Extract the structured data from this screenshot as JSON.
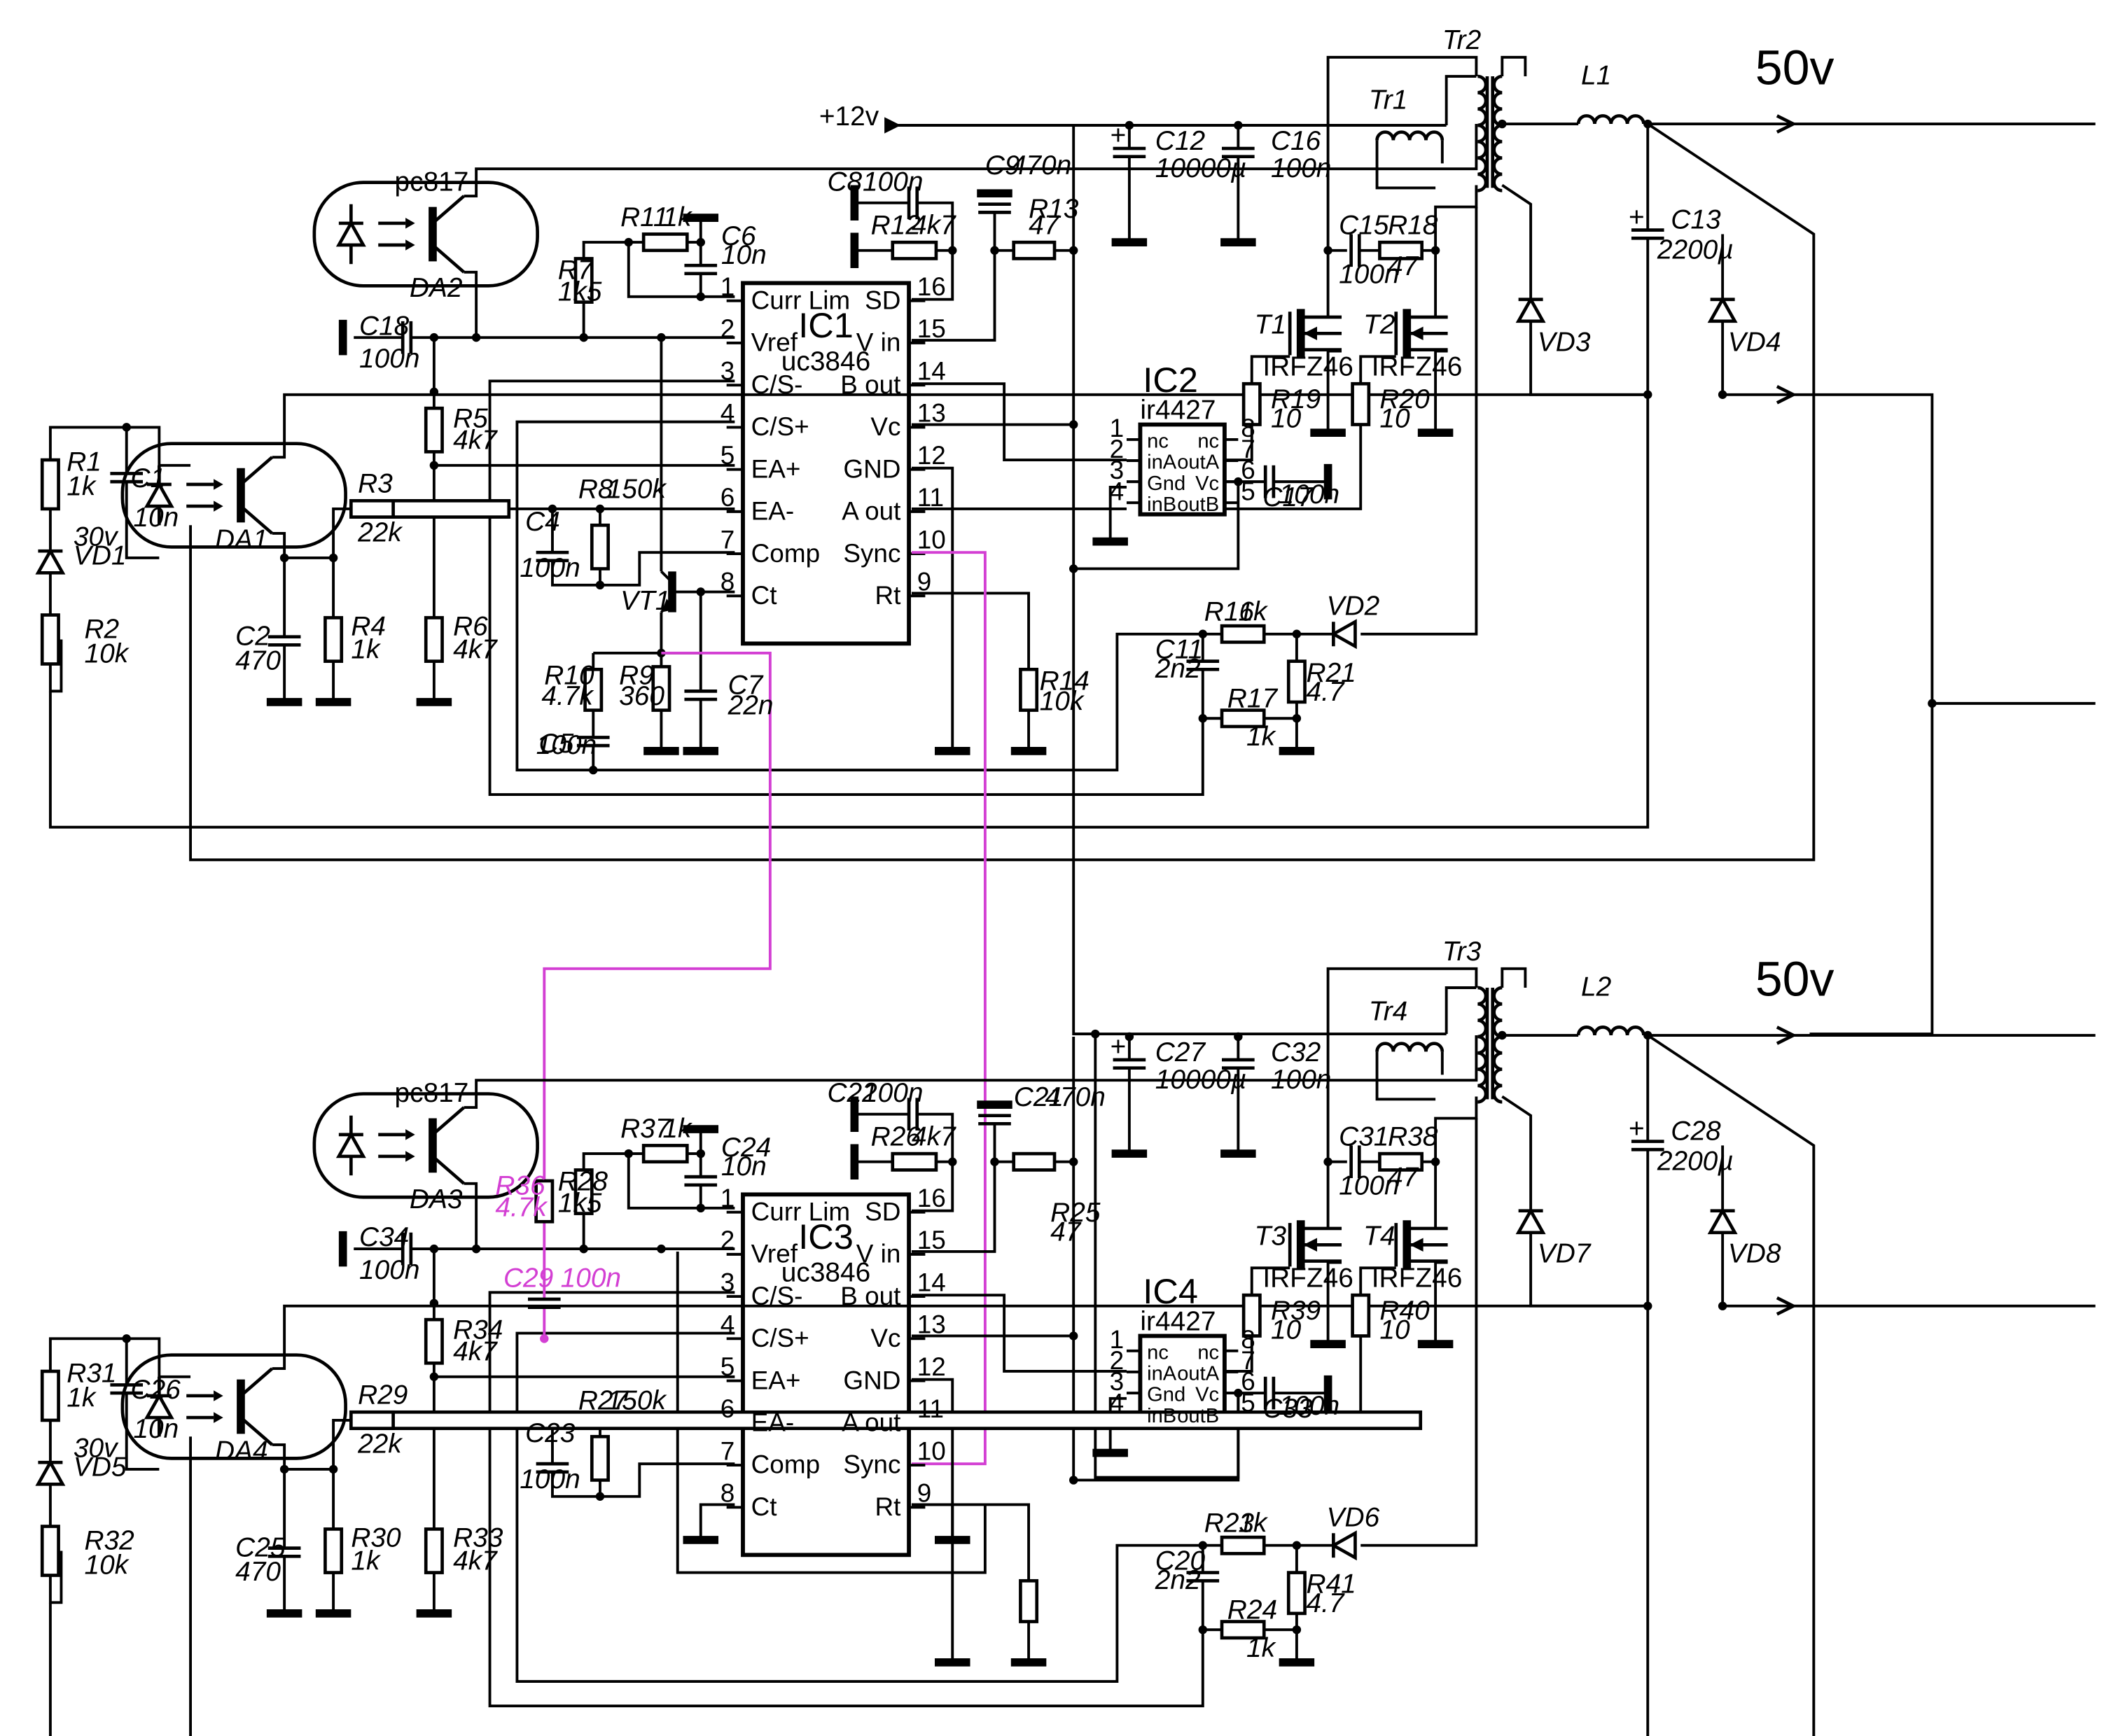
{
  "outputs": {
    "out1": "50v",
    "out2": "50v"
  },
  "supply": "+12v",
  "ic1": {
    "ref": "IC1",
    "part": "uc3846",
    "left_pins": [
      {
        "n": "1",
        "name": "Curr Lim"
      },
      {
        "n": "2",
        "name": "Vref"
      },
      {
        "n": "3",
        "name": "C/S-"
      },
      {
        "n": "4",
        "name": "C/S+"
      },
      {
        "n": "5",
        "name": "EA+"
      },
      {
        "n": "6",
        "name": "EA-"
      },
      {
        "n": "7",
        "name": "Comp"
      },
      {
        "n": "8",
        "name": "Ct"
      }
    ],
    "right_pins": [
      {
        "n": "16",
        "name": "SD"
      },
      {
        "n": "15",
        "name": "V in"
      },
      {
        "n": "14",
        "name": "B out"
      },
      {
        "n": "13",
        "name": "Vc"
      },
      {
        "n": "12",
        "name": "GND"
      },
      {
        "n": "11",
        "name": "A out"
      },
      {
        "n": "10",
        "name": "Sync"
      },
      {
        "n": "9",
        "name": "Rt"
      }
    ]
  },
  "ic3": {
    "ref": "IC3",
    "part": "uc3846"
  },
  "ic2": {
    "ref": "IC2",
    "part": "ir4427",
    "pins": [
      {
        "n": "1",
        "l": "nc",
        "r": "nc",
        "rn": "8"
      },
      {
        "n": "2",
        "l": "inA",
        "r": "outA",
        "rn": "7"
      },
      {
        "n": "3",
        "l": "Gnd",
        "r": "Vc",
        "rn": "6"
      },
      {
        "n": "4",
        "l": "inB",
        "r": "outB",
        "rn": "5"
      }
    ]
  },
  "ic4": {
    "ref": "IC4",
    "part": "ir4427"
  },
  "top_labels": [
    {
      "ref": "pc817",
      "val": ""
    },
    {
      "ref": "DA2",
      "val": ""
    },
    {
      "ref": "DA1",
      "val": ""
    },
    {
      "ref": "R1",
      "val": "1k"
    },
    {
      "ref": "C1",
      "val": "10n"
    },
    {
      "ref": "VD1",
      "val": "30v"
    },
    {
      "ref": "R2",
      "val": "10k"
    },
    {
      "ref": "C2",
      "val": "470"
    },
    {
      "ref": "R4",
      "val": "1k"
    },
    {
      "ref": "R3",
      "val": "22k"
    },
    {
      "ref": "C18",
      "val": "100n"
    },
    {
      "ref": "R5",
      "val": "4k7"
    },
    {
      "ref": "R6",
      "val": "4k7"
    },
    {
      "ref": "R7",
      "val": "1k5"
    },
    {
      "ref": "R11",
      "val": "1k"
    },
    {
      "ref": "C6",
      "val": "10n"
    },
    {
      "ref": "R8",
      "val": "150k"
    },
    {
      "ref": "C4",
      "val": "100n"
    },
    {
      "ref": "VT1",
      "val": ""
    },
    {
      "ref": "R10",
      "val": "4.7k"
    },
    {
      "ref": "R9",
      "val": "360"
    },
    {
      "ref": "C7",
      "val": "22n"
    },
    {
      "ref": "C5",
      "val": "100n"
    },
    {
      "ref": "C8",
      "val": "100n"
    },
    {
      "ref": "R12",
      "val": "4k7"
    },
    {
      "ref": "C9",
      "val": "470n"
    },
    {
      "ref": "R13",
      "val": "47"
    },
    {
      "ref": "R14",
      "val": "10k"
    },
    {
      "ref": "C12",
      "val": "10000µ"
    },
    {
      "ref": "C16",
      "val": "100n"
    },
    {
      "ref": "T1",
      "val": "IRFZ46"
    },
    {
      "ref": "T2",
      "val": "IRFZ46"
    },
    {
      "ref": "R19",
      "val": "10"
    },
    {
      "ref": "R20",
      "val": "10"
    },
    {
      "ref": "C15",
      "val": "100n"
    },
    {
      "ref": "R18",
      "val": "47"
    },
    {
      "ref": "C17",
      "val": "100n"
    },
    {
      "ref": "R16",
      "val": "1k"
    },
    {
      "ref": "VD2",
      "val": ""
    },
    {
      "ref": "C11",
      "val": "2n2"
    },
    {
      "ref": "R21",
      "val": "4.7"
    },
    {
      "ref": "R17",
      "val": "1k"
    },
    {
      "ref": "Tr2",
      "val": ""
    },
    {
      "ref": "Tr1",
      "val": ""
    },
    {
      "ref": "L1",
      "val": ""
    },
    {
      "ref": "C13",
      "val": "2200µ"
    },
    {
      "ref": "VD3",
      "val": ""
    },
    {
      "ref": "VD4",
      "val": ""
    }
  ],
  "bottom_labels": [
    {
      "ref": "pc817",
      "val": ""
    },
    {
      "ref": "DA3",
      "val": ""
    },
    {
      "ref": "DA4",
      "val": ""
    },
    {
      "ref": "R31",
      "val": "1k"
    },
    {
      "ref": "C26",
      "val": "10n"
    },
    {
      "ref": "VD5",
      "val": "30v"
    },
    {
      "ref": "R32",
      "val": "10k"
    },
    {
      "ref": "C25",
      "val": "470"
    },
    {
      "ref": "R30",
      "val": "1k"
    },
    {
      "ref": "R29",
      "val": "22k"
    },
    {
      "ref": "C34",
      "val": "100n"
    },
    {
      "ref": "R34",
      "val": "4k7"
    },
    {
      "ref": "R33",
      "val": "4k7"
    },
    {
      "ref": "R28",
      "val": "1k5"
    },
    {
      "ref": "R37",
      "val": "1k"
    },
    {
      "ref": "C24",
      "val": "10n"
    },
    {
      "ref": "R27",
      "val": "150k"
    },
    {
      "ref": "C23",
      "val": "100n"
    },
    {
      "ref": "C22",
      "val": "100n"
    },
    {
      "ref": "R26",
      "val": "4k7"
    },
    {
      "ref": "C21",
      "val": "470n"
    },
    {
      "ref": "R25",
      "val": "47"
    },
    {
      "ref": "C27",
      "val": "10000µ"
    },
    {
      "ref": "C32",
      "val": "100n"
    },
    {
      "ref": "T3",
      "val": "IRFZ46"
    },
    {
      "ref": "T4",
      "val": "IRFZ46"
    },
    {
      "ref": "R39",
      "val": "10"
    },
    {
      "ref": "R40",
      "val": "10"
    },
    {
      "ref": "C31",
      "val": "100n"
    },
    {
      "ref": "R38",
      "val": "47"
    },
    {
      "ref": "C33",
      "val": "100n"
    },
    {
      "ref": "R23",
      "val": "1k"
    },
    {
      "ref": "VD6",
      "val": ""
    },
    {
      "ref": "C20",
      "val": "2n2"
    },
    {
      "ref": "R41",
      "val": "4.7"
    },
    {
      "ref": "R24",
      "val": "1k"
    },
    {
      "ref": "Tr3",
      "val": ""
    },
    {
      "ref": "Tr4",
      "val": ""
    },
    {
      "ref": "L2",
      "val": ""
    },
    {
      "ref": "C28",
      "val": "2200µ"
    },
    {
      "ref": "VD7",
      "val": ""
    },
    {
      "ref": "VD8",
      "val": ""
    }
  ],
  "sync_mod": {
    "r36": "R36",
    "r36_val": "4.7k",
    "c29": "C29",
    "c29_val": "100n"
  },
  "colors": {
    "ink": "#000000",
    "sync_link": "#d33fd3",
    "background": "#ffffff"
  }
}
